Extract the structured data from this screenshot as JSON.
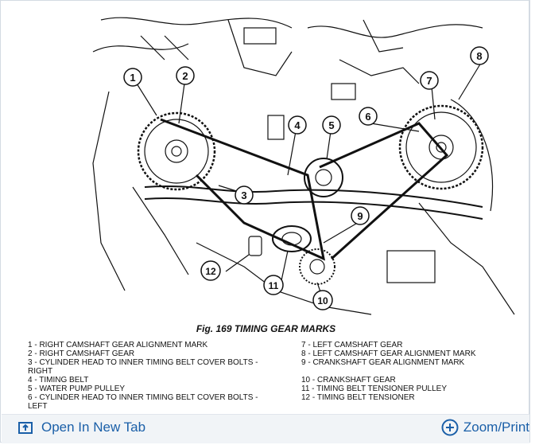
{
  "figure": {
    "title": "Fig. 169 TIMING GEAR MARKS",
    "callouts": [
      "1",
      "2",
      "3",
      "4",
      "5",
      "6",
      "7",
      "8",
      "9",
      "10",
      "11",
      "12"
    ]
  },
  "legend": {
    "left": [
      "1 - RIGHT CAMSHAFT GEAR ALIGNMENT MARK",
      "2 - RIGHT CAMSHAFT GEAR",
      "3 - CYLINDER HEAD TO INNER TIMING BELT COVER BOLTS - RIGHT",
      "4 - TIMING BELT",
      "5 - WATER PUMP PULLEY",
      "6 - CYLINDER HEAD TO INNER TIMING BELT COVER BOLTS - LEFT"
    ],
    "right": [
      "7 - LEFT CAMSHAFT GEAR",
      "8 - LEFT CAMSHAFT GEAR ALIGNMENT MARK",
      "9 - CRANKSHAFT GEAR ALIGNMENT MARK",
      "10 - CRANKSHAFT GEAR",
      "11 - TIMING BELT TENSIONER PULLEY",
      "12 - TIMING BELT TENSIONER"
    ]
  },
  "toolbar": {
    "open_tab_label": "Open In New Tab",
    "zoom_label": "Zoom/Print",
    "open_tab_icon": "open-new-tab-icon",
    "zoom_icon": "zoom-plus-icon",
    "link_color": "#1a5fa8"
  }
}
